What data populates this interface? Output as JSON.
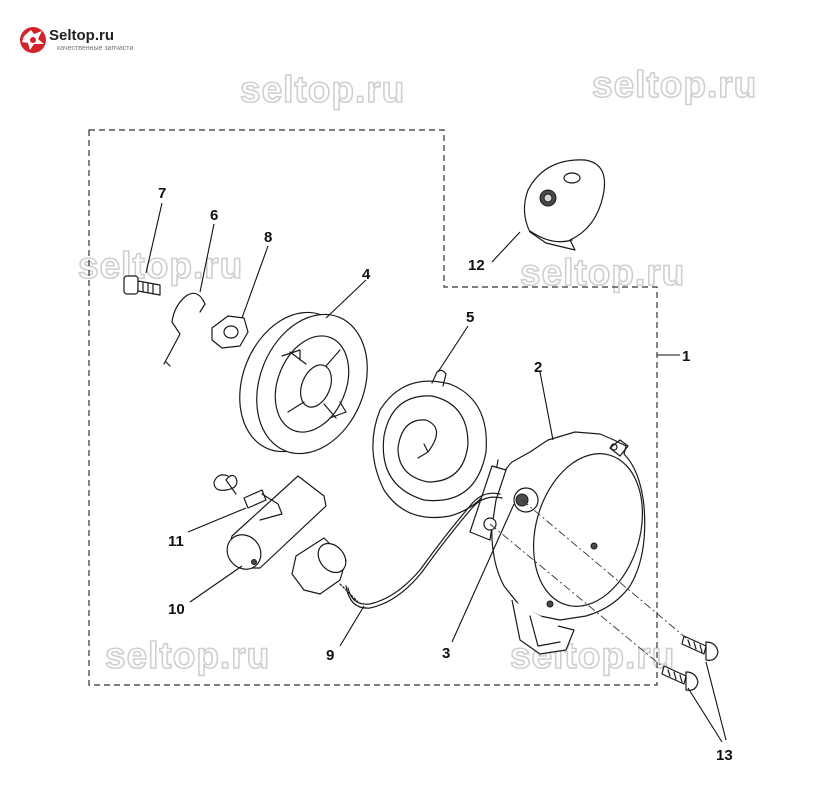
{
  "logo": {
    "brand": "Seltop.ru",
    "tagline": "качественные запчасти"
  },
  "watermark": "seltop.ru",
  "colors": {
    "logo_red": "#d2232a",
    "line": "#1a1a1a",
    "watermark": "#cfcfcf"
  },
  "callouts": [
    "1",
    "2",
    "3",
    "4",
    "5",
    "6",
    "7",
    "8",
    "9",
    "10",
    "11",
    "12",
    "13"
  ]
}
